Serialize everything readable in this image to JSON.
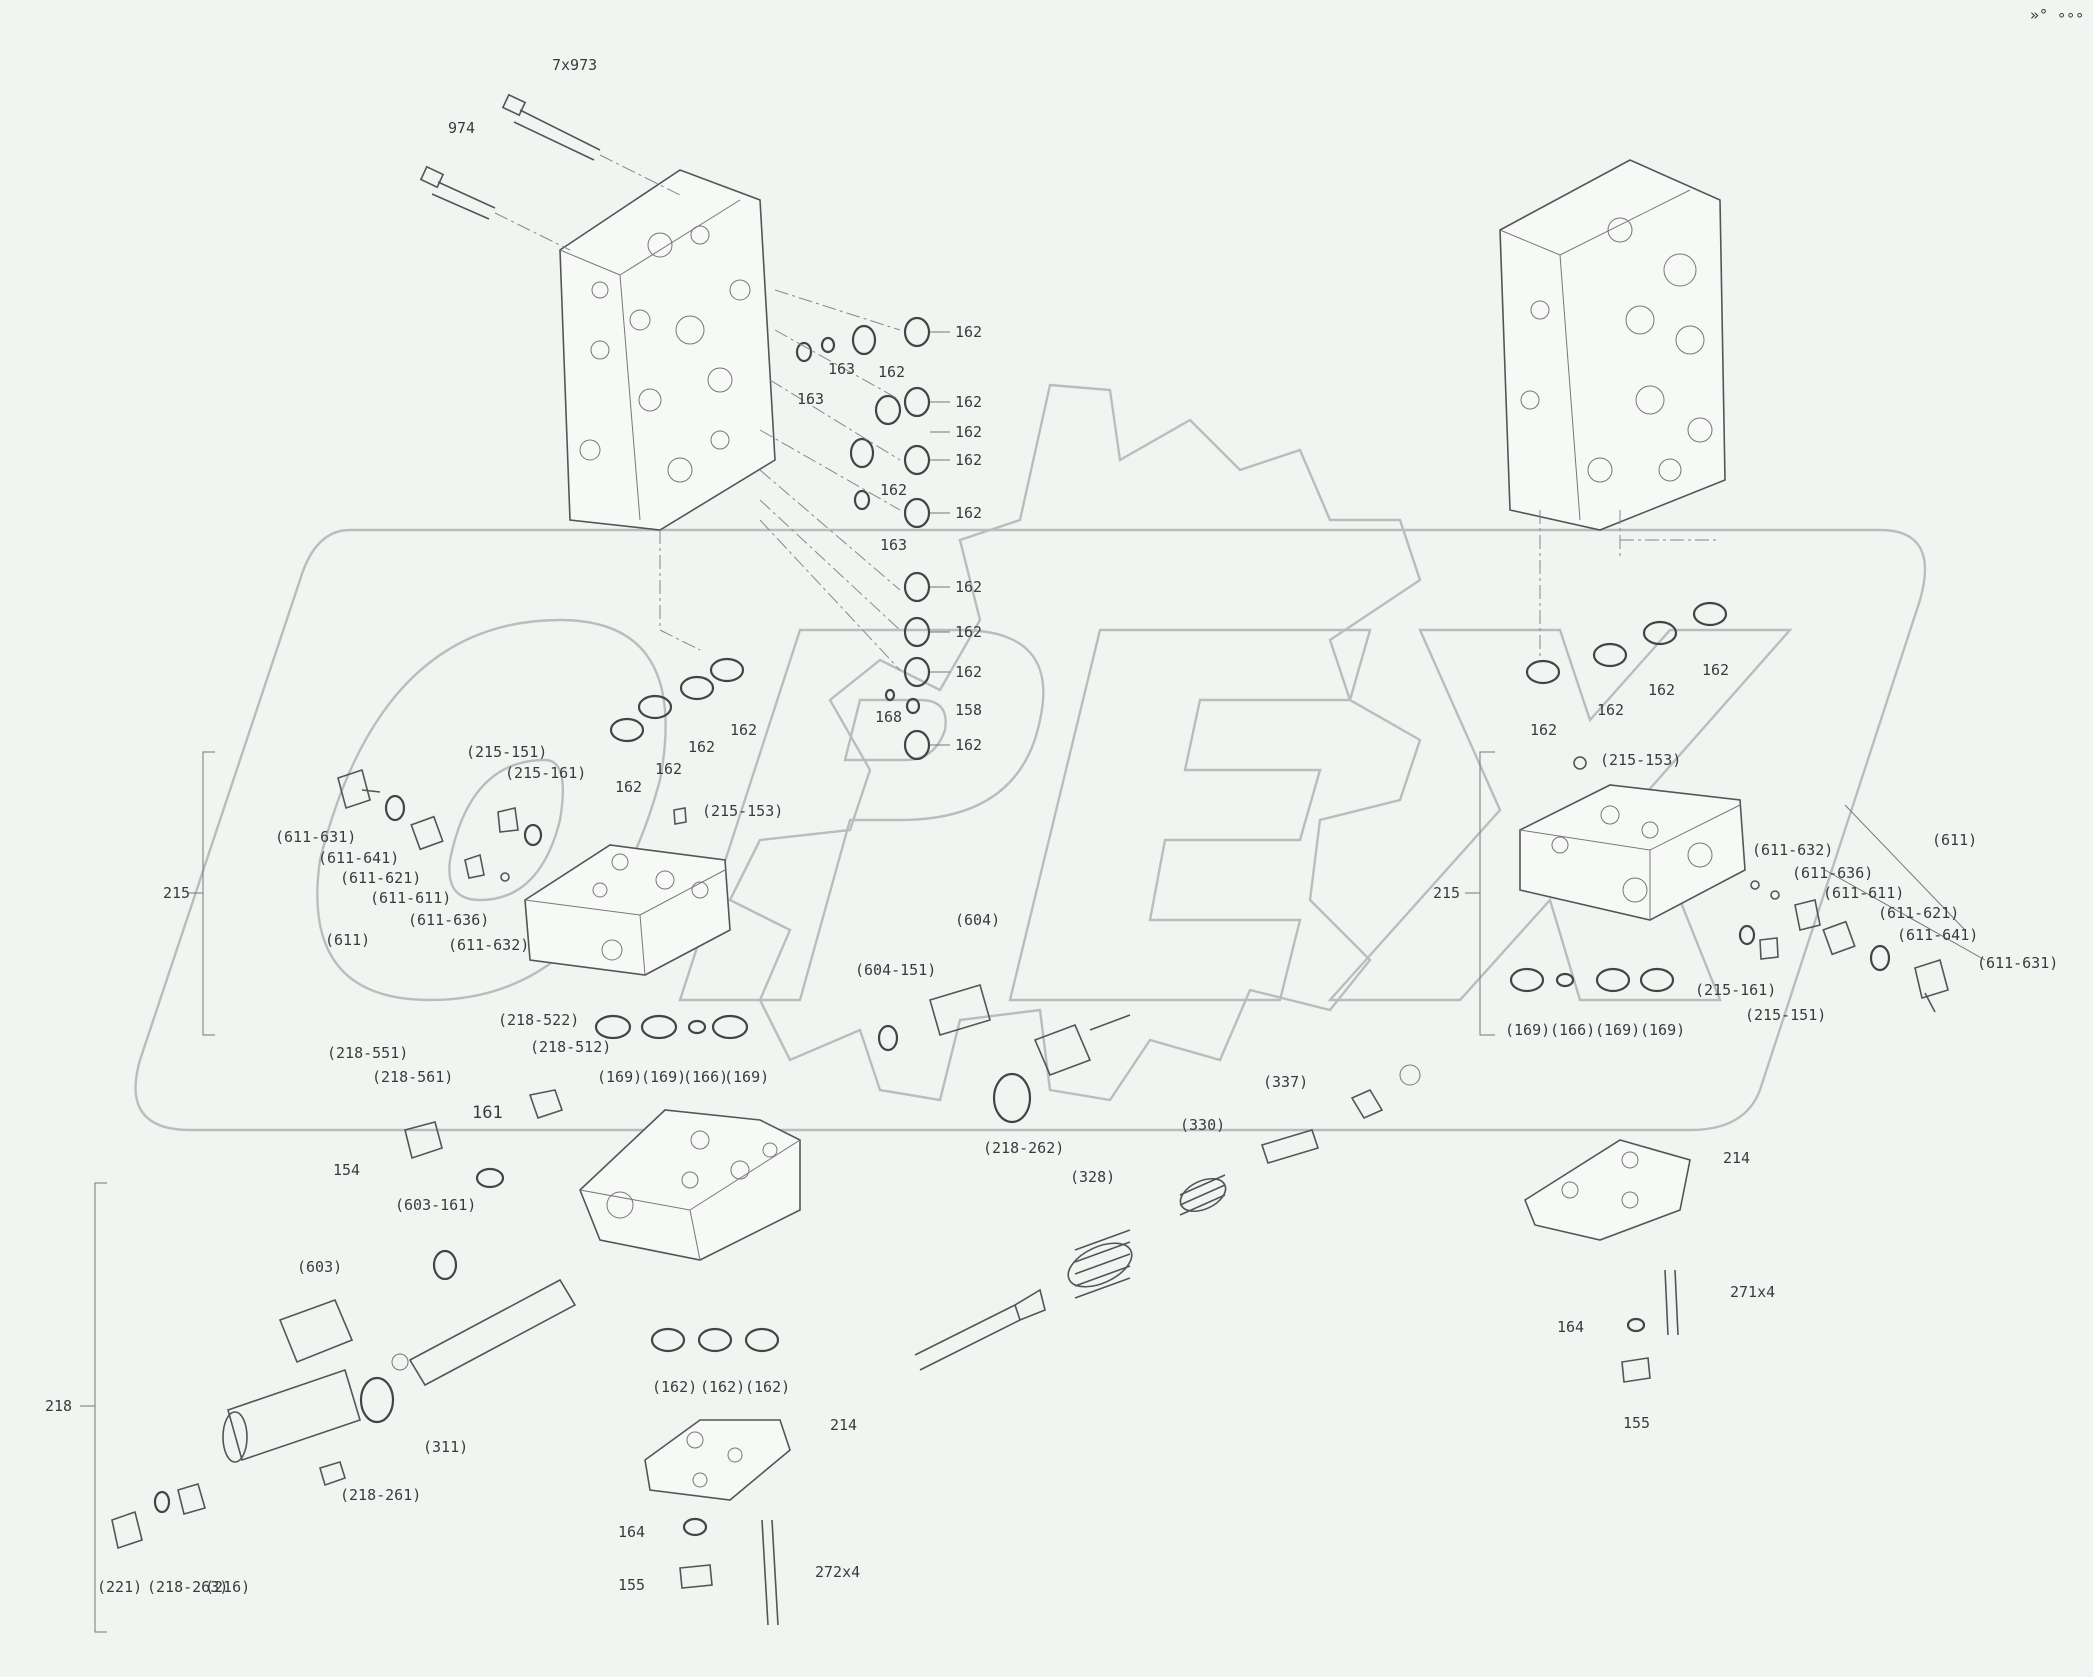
{
  "watermark": "OPEX",
  "corner_mark": "»° ∘∘∘",
  "labels": {
    "l_7x973": "7x973",
    "l_974": "974",
    "l_162_a": "162",
    "l_163_a": "163",
    "l_162_b": "162",
    "l_163_b": "163",
    "l_162_c": "162",
    "l_162_d": "162",
    "l_162_e": "162",
    "l_162_f": "162",
    "l_162_g": "162",
    "l_163_c": "163",
    "l_162_h": "162",
    "l_162_i": "162",
    "l_162_j": "162",
    "l_158": "158",
    "l_168": "168",
    "l_162_k": "162",
    "l_162_l1": "162",
    "l_162_l2": "162",
    "l_162_l3": "162",
    "l_162_l4": "162",
    "l_215_left": "215",
    "l_215_151_l": "(215-151)",
    "l_215_161_l": "(215-161)",
    "l_215_153_l": "(215-153)",
    "l_611_631_l": "(611-631)",
    "l_611_641_l": "(611-641)",
    "l_611_621_l": "(611-621)",
    "l_611_611_l": "(611-611)",
    "l_611_636_l": "(611-636)",
    "l_611_632_l": "(611-632)",
    "l_611_l": "(611)",
    "l_218_551": "(218-551)",
    "l_218_561": "(218-561)",
    "l_218_522": "(218-522)",
    "l_218_512": "(218-512)",
    "l_169_a": "(169)",
    "l_169_b": "(169)",
    "l_166_a": "(166)",
    "l_169_c": "(169)",
    "l_604_151": "(604-151)",
    "l_604": "(604)",
    "l_218_262": "(218-262)",
    "l_337": "(337)",
    "l_330": "(330)",
    "l_328": "(328)",
    "l_161": "161",
    "l_154": "154",
    "l_603_161": "(603-161)",
    "l_603": "(603)",
    "l_218": "218",
    "l_311": "(311)",
    "l_218_261": "(218-261)",
    "l_221": "(221)",
    "l_218_263": "(218-263)",
    "l_216": "(216)",
    "l_162_m": "(162)",
    "l_162_n": "(162)",
    "l_162_o": "(162)",
    "l_214_a": "214",
    "l_164_a": "164",
    "l_155_a": "155",
    "l_272x4": "272x4",
    "l_162_r1": "162",
    "l_162_r2": "162",
    "l_162_r3": "162",
    "l_162_r4": "162",
    "l_215_153_r": "(215-153)",
    "l_611_r": "(611)",
    "l_611_632_r": "(611-632)",
    "l_611_636_r": "(611-636)",
    "l_611_611_r": "(611-611)",
    "l_611_621_r": "(611-621)",
    "l_611_641_r": "(611-641)",
    "l_611_631_r": "(611-631)",
    "l_215_right": "215",
    "l_215_161_r": "(215-161)",
    "l_215_151_r": "(215-151)",
    "l_169_r1": "(169)",
    "l_166_r": "(166)",
    "l_169_r2": "(169)",
    "l_169_r3": "(169)",
    "l_214_b": "214",
    "l_271x4": "271x4",
    "l_164_b": "164",
    "l_155_b": "155"
  }
}
